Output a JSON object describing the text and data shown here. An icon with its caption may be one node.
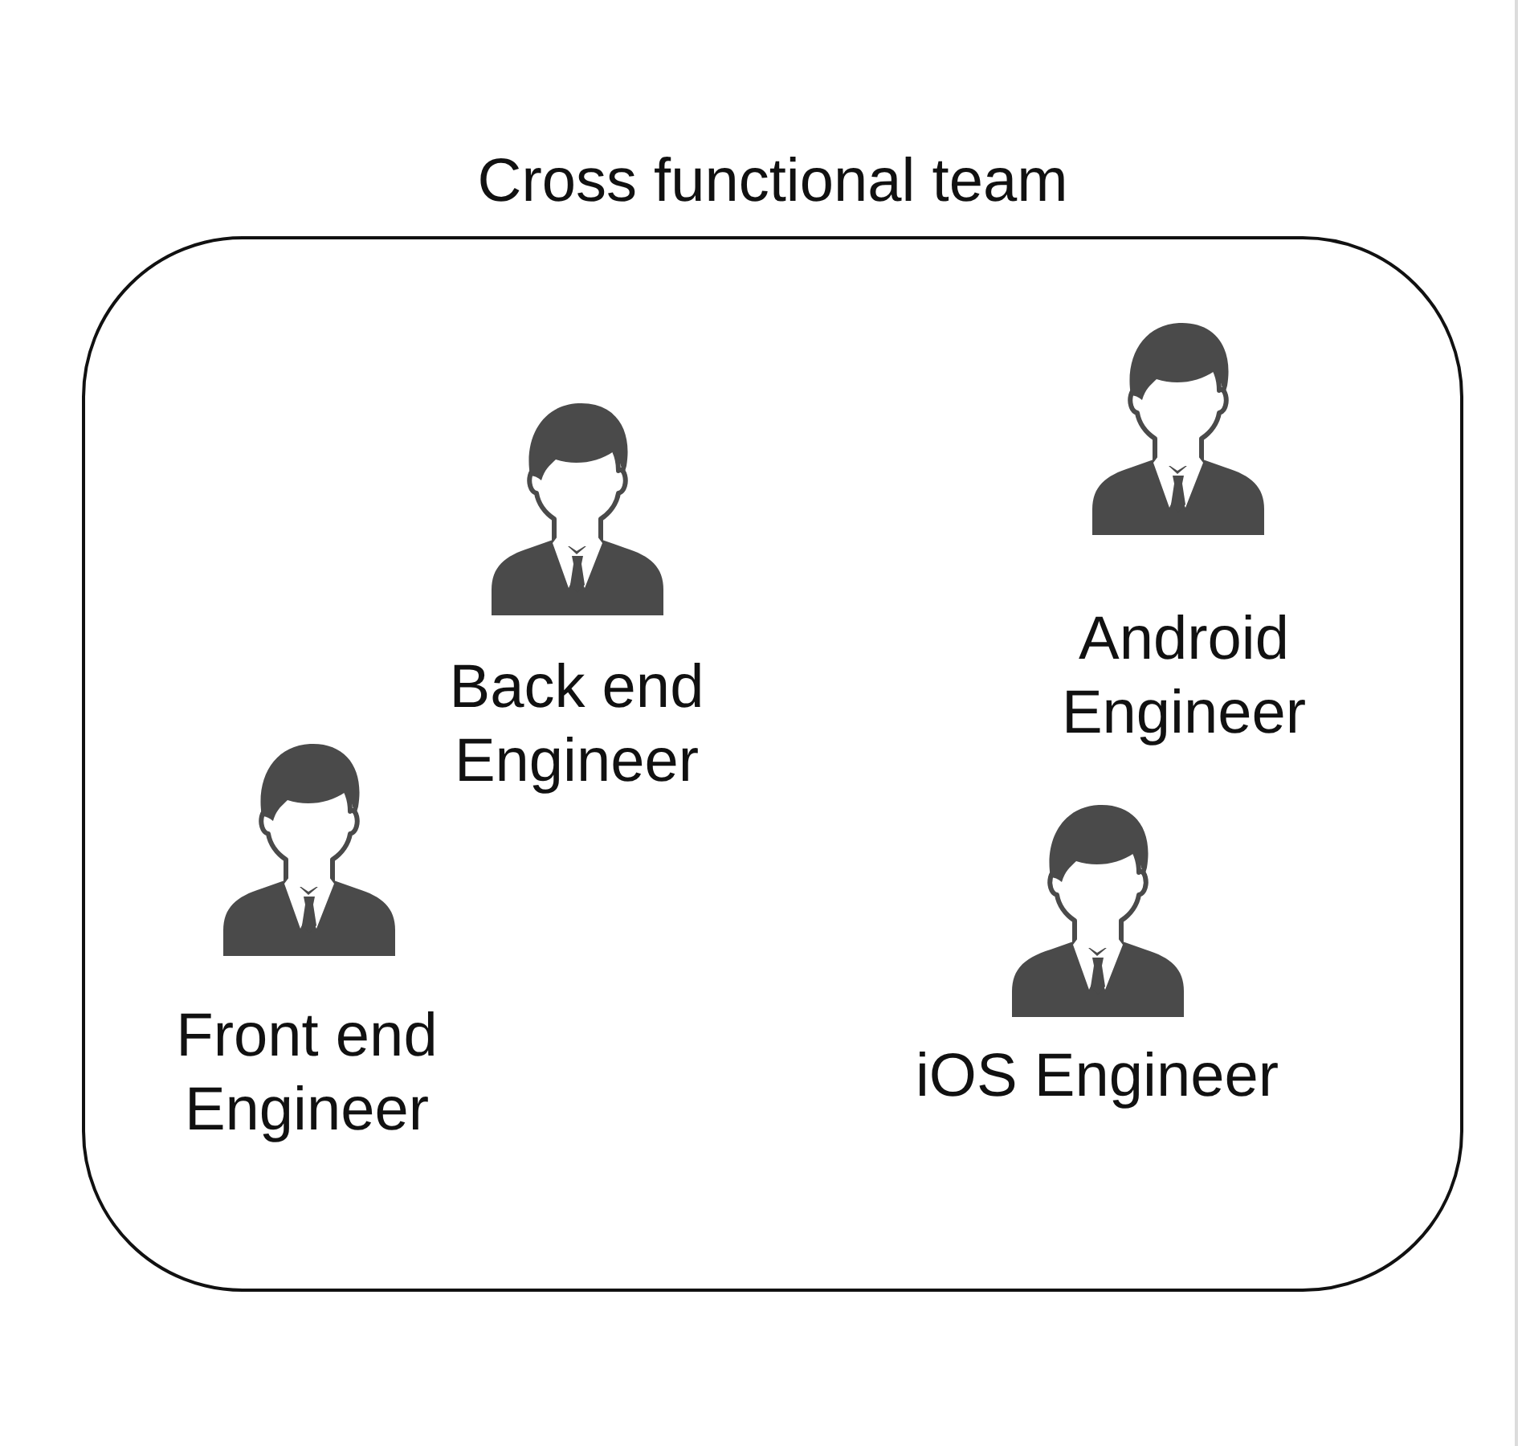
{
  "diagram": {
    "nodes": [
      {
        "text": [
          "Cross functional team"
        ]
      },
      {
        "text": [
          "Back end Engineer"
        ],
        "in": 0
      },
      {
        "text": [
          "Android Engineer"
        ],
        "in": 0
      },
      {
        "text": [
          "Front end Engineer"
        ],
        "in": 0
      },
      {
        "text": [
          "iOS Engineer"
        ],
        "in": 0
      }
    ]
  }
}
